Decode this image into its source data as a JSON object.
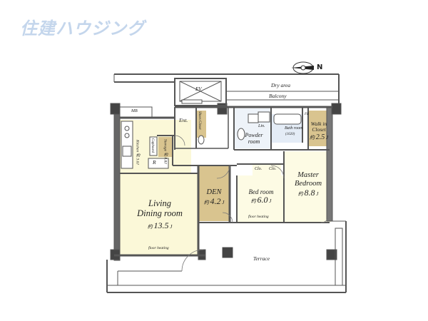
{
  "brand": {
    "logo": "住建ハウジング"
  },
  "compass": {
    "mark": "N"
  },
  "areas": {
    "dry_area": "Dry area",
    "balcony": "Balcony",
    "terrace": "Terrace"
  },
  "fixtures": {
    "ev": "EV",
    "mb": "MB",
    "ent": "Ent.",
    "shoes_closet": "Shoes Closet",
    "lin": "Lin.",
    "clo_a": "Clo.",
    "clo_b": "Clo.",
    "fr": "FR",
    "r": "R",
    "bath_room": "Bath room",
    "bath_size": "(1620)",
    "cupboard": "Cupboard"
  },
  "rooms": {
    "living": {
      "name_l1": "Living",
      "name_l2": "Dining room",
      "unit": "約",
      "size": "13.5",
      "mark": "J"
    },
    "den": {
      "name": "DEN",
      "unit": "約",
      "size": "4.2",
      "mark": "J"
    },
    "bedroom": {
      "name": "Bed room",
      "unit": "約",
      "size": "6.0",
      "mark": "J"
    },
    "master": {
      "name_l1": "Master",
      "name_l2": "Bedroom",
      "unit": "約",
      "size": "8.8",
      "mark": "J"
    },
    "powder": {
      "name_l1": "Powder",
      "name_l2": "room"
    },
    "walkin": {
      "name_l1": "Walk in",
      "name_l2": "Closet",
      "unit": "約",
      "size": "2.5",
      "mark": "J"
    },
    "kitchen": {
      "text": "Kitchen 約 3.6J"
    },
    "storage": {
      "text": "Storage 約 0.8J"
    }
  },
  "floor_heating": {
    "living": "floor heating",
    "bedroom": "floor heating"
  },
  "colors": {
    "living_floor": "#fbf8d8",
    "den_floor": "#d9c48f",
    "wood_floor": "#fdfbe4",
    "wet_floor": "#e4ecf6",
    "walkin_floor": "#d9c48f",
    "wall": "#555555",
    "logo": "#c4d6ec"
  }
}
